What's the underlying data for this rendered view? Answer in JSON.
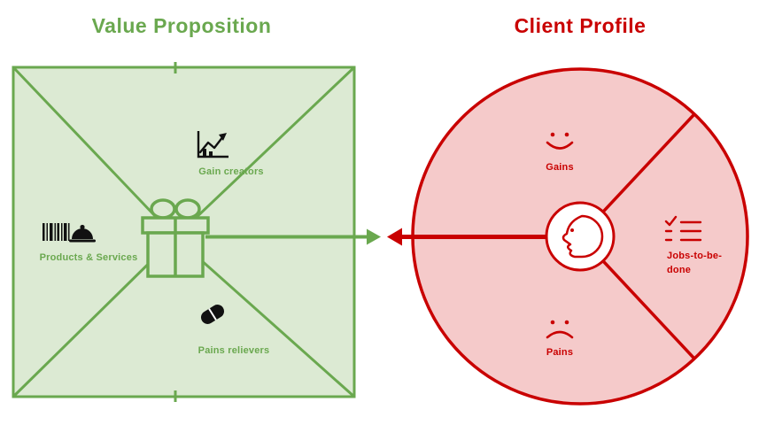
{
  "titles": {
    "value_proposition": "Value Proposition",
    "client_profile": "Client Profile"
  },
  "value_proposition": {
    "gain_creators_label": "Gain creators",
    "products_services_label": "Products & Services",
    "pain_relievers_label": "Pains relievers",
    "center_icon": "gift-icon"
  },
  "client_profile": {
    "gains_label": "Gains",
    "jobs_label_line1": "Jobs-to-be-",
    "jobs_label_line2": "done",
    "pains_label": "Pains",
    "center_icon": "client-head-icon"
  },
  "colors": {
    "green": "#6aa84f",
    "light_green": "#dcead3",
    "red": "#c90000",
    "light_red": "#f5caca",
    "icon_black": "#111111"
  }
}
